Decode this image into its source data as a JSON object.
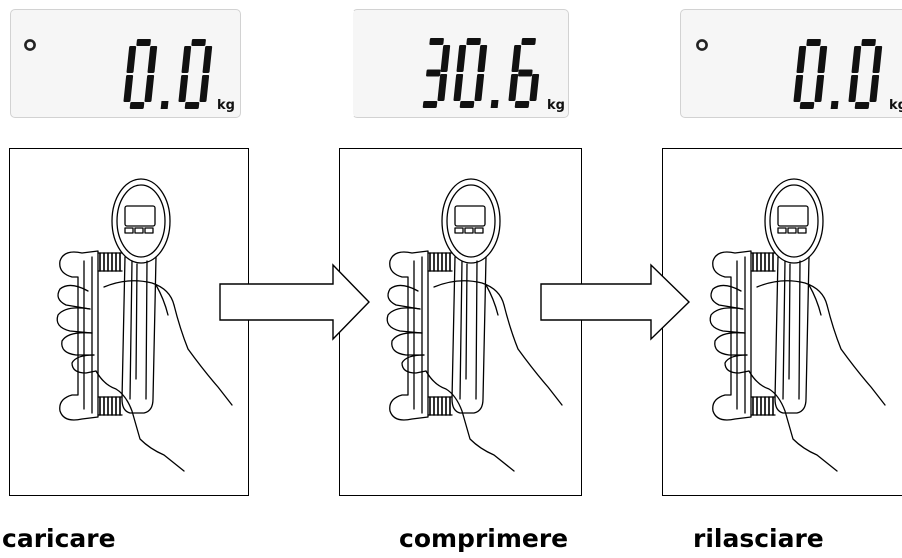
{
  "displays": [
    {
      "indicator": "o",
      "reading": "0.0",
      "unit": "kg"
    },
    {
      "indicator": "",
      "reading": "30.6",
      "unit": "kg"
    },
    {
      "indicator": "o",
      "reading": "0.0",
      "unit": "kg"
    }
  ],
  "steps": [
    {
      "label": "caricare"
    },
    {
      "label": "comprimere"
    },
    {
      "label": "rilasciare"
    }
  ],
  "colors": {
    "display_background": "#f6f6f6",
    "ink": "#111111"
  }
}
